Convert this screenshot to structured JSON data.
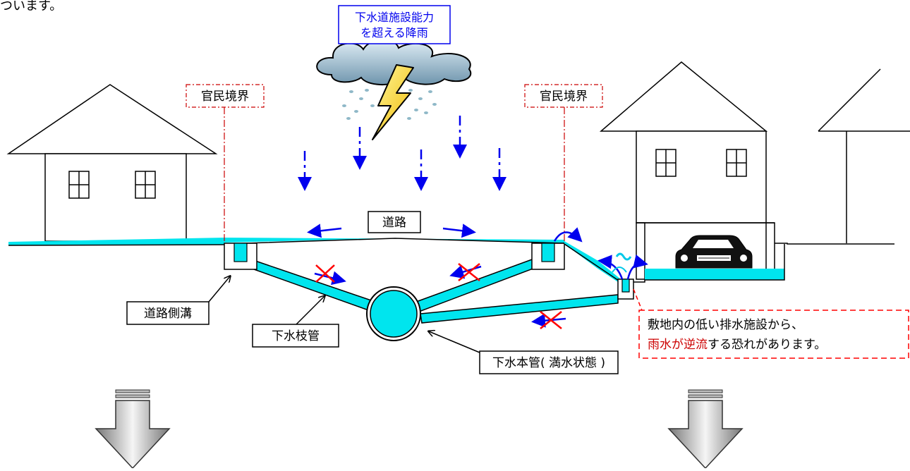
{
  "header_fragment": "ついます。",
  "rain_label": [
    "下水道施設能力",
    "を超える降雨"
  ],
  "boundary_label_left": "官民境界",
  "boundary_label_right": "官民境界",
  "road_label": "道路",
  "gutter_label": "道路側溝",
  "branch_pipe_label": "下水枝管",
  "main_pipe_label": "下水本管( 満水状態 )",
  "warning": {
    "line1": "敷地内の低い排水施設から、",
    "line2_red": "雨水が逆流",
    "line2_rest": "する恐れがあります。"
  },
  "colors": {
    "water": "#00e5ee",
    "arrow_blue": "#0000ee",
    "cross_red": "#ff0000",
    "boundary_red": "#cc0000"
  },
  "icons": [
    "storm-cloud-icon",
    "lightning-icon",
    "house-icon",
    "car-icon",
    "down-arrow-icon"
  ]
}
